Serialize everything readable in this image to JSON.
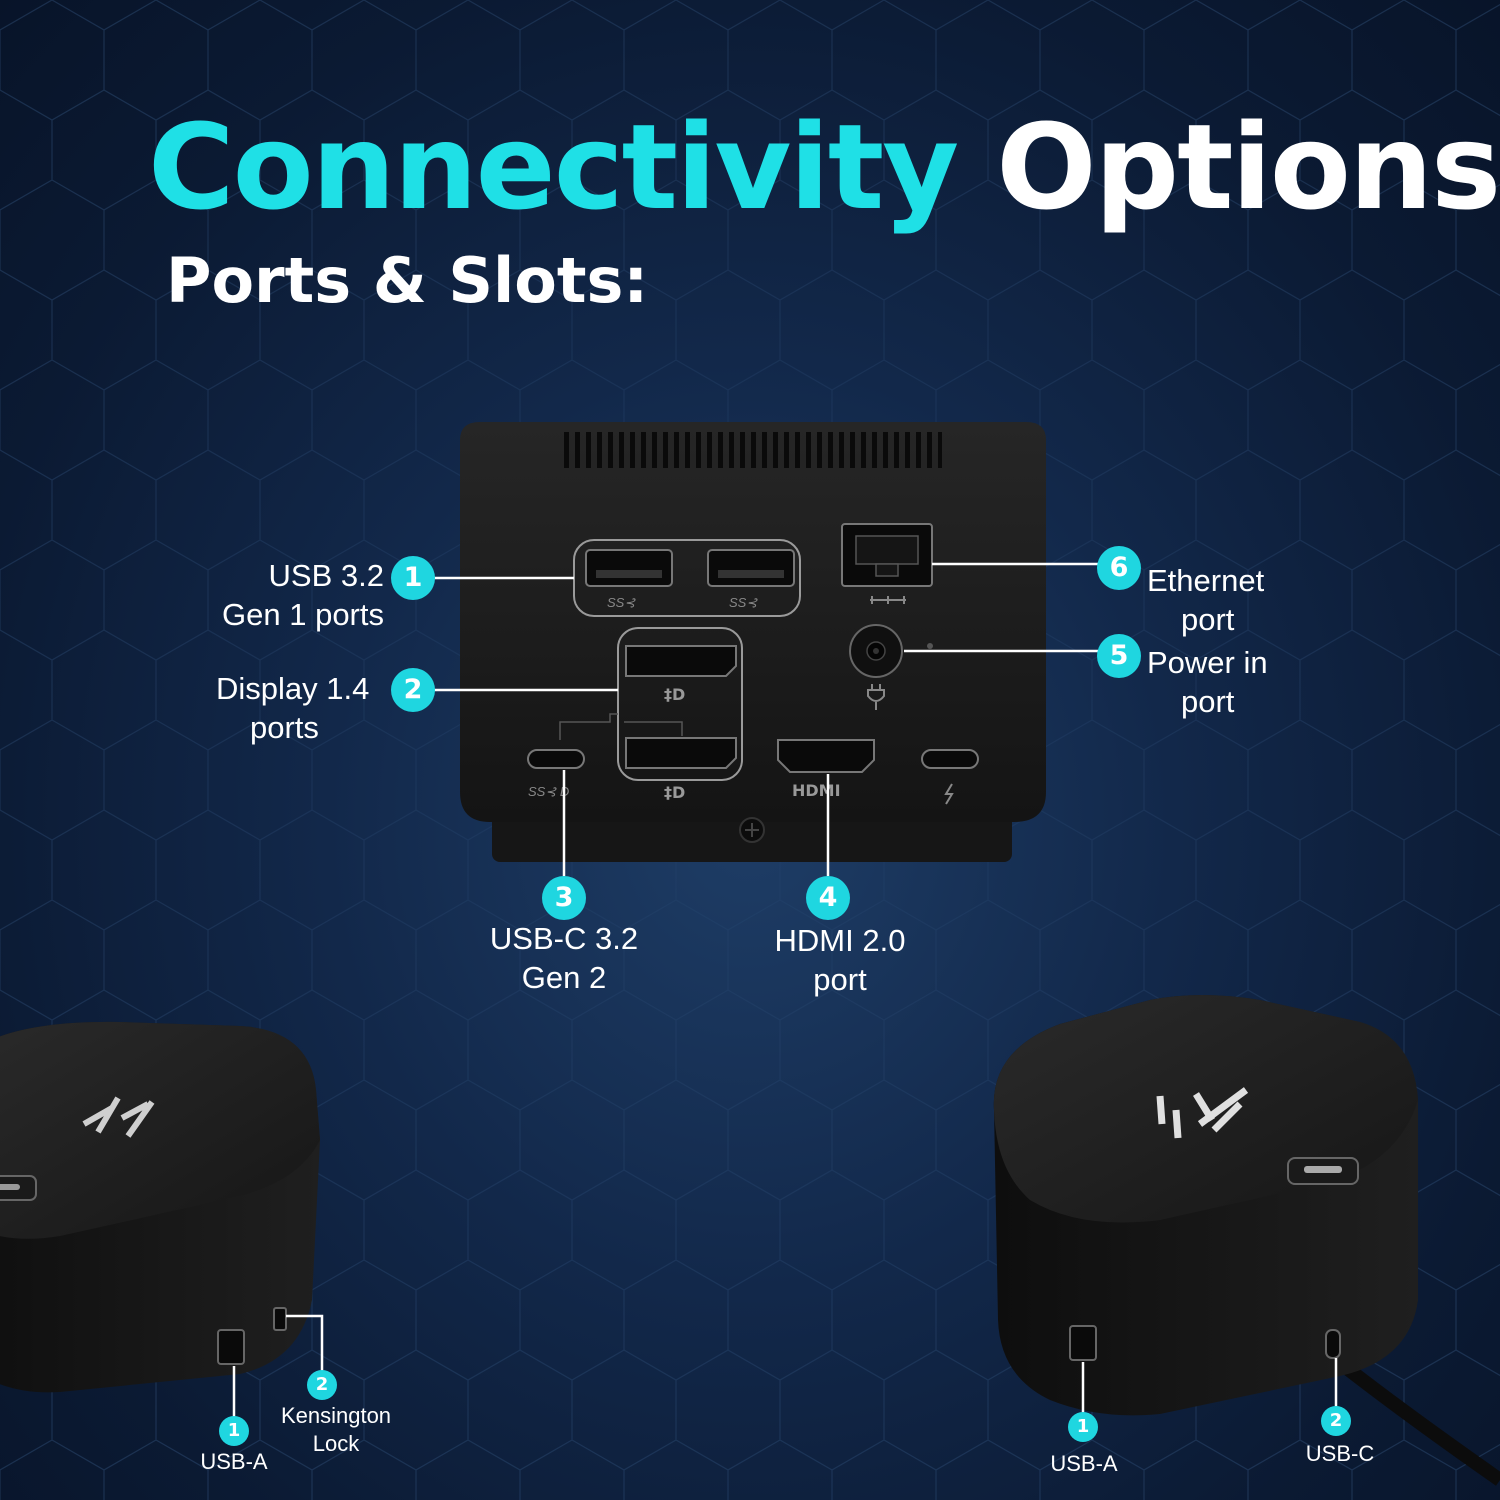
{
  "header": {
    "title_accent": "Connectivity",
    "title_rest": "Options",
    "subtitle": "Ports & Slots:"
  },
  "colors": {
    "accent": "#1fe0e6",
    "background": "#0d1f3c",
    "device": "#1a1a1a"
  },
  "rear_callouts": [
    {
      "number": "1",
      "line1": "USB 3.2",
      "line2": "Gen 1 ports"
    },
    {
      "number": "2",
      "line1": "Display 1.4",
      "line2": "ports"
    },
    {
      "number": "3",
      "line1": "USB-C 3.2",
      "line2": "Gen 2"
    },
    {
      "number": "4",
      "line1": "HDMI 2.0",
      "line2": "port"
    },
    {
      "number": "5",
      "line1": "Power in",
      "line2": "port"
    },
    {
      "number": "6",
      "line1": "Ethernet",
      "line2": "port"
    }
  ],
  "port_markings": {
    "hdmi": "HDMI"
  },
  "left_dock": {
    "logo_icon": "hp-logo-icon",
    "callouts": [
      {
        "number": "1",
        "label": "USB-A"
      },
      {
        "number": "2",
        "line1": "Kensington",
        "line2": "Lock"
      }
    ]
  },
  "right_dock": {
    "logo_icon": "hp-logo-icon",
    "callouts": [
      {
        "number": "1",
        "label": "USB-A"
      },
      {
        "number": "2",
        "label": "USB-C"
      }
    ]
  }
}
